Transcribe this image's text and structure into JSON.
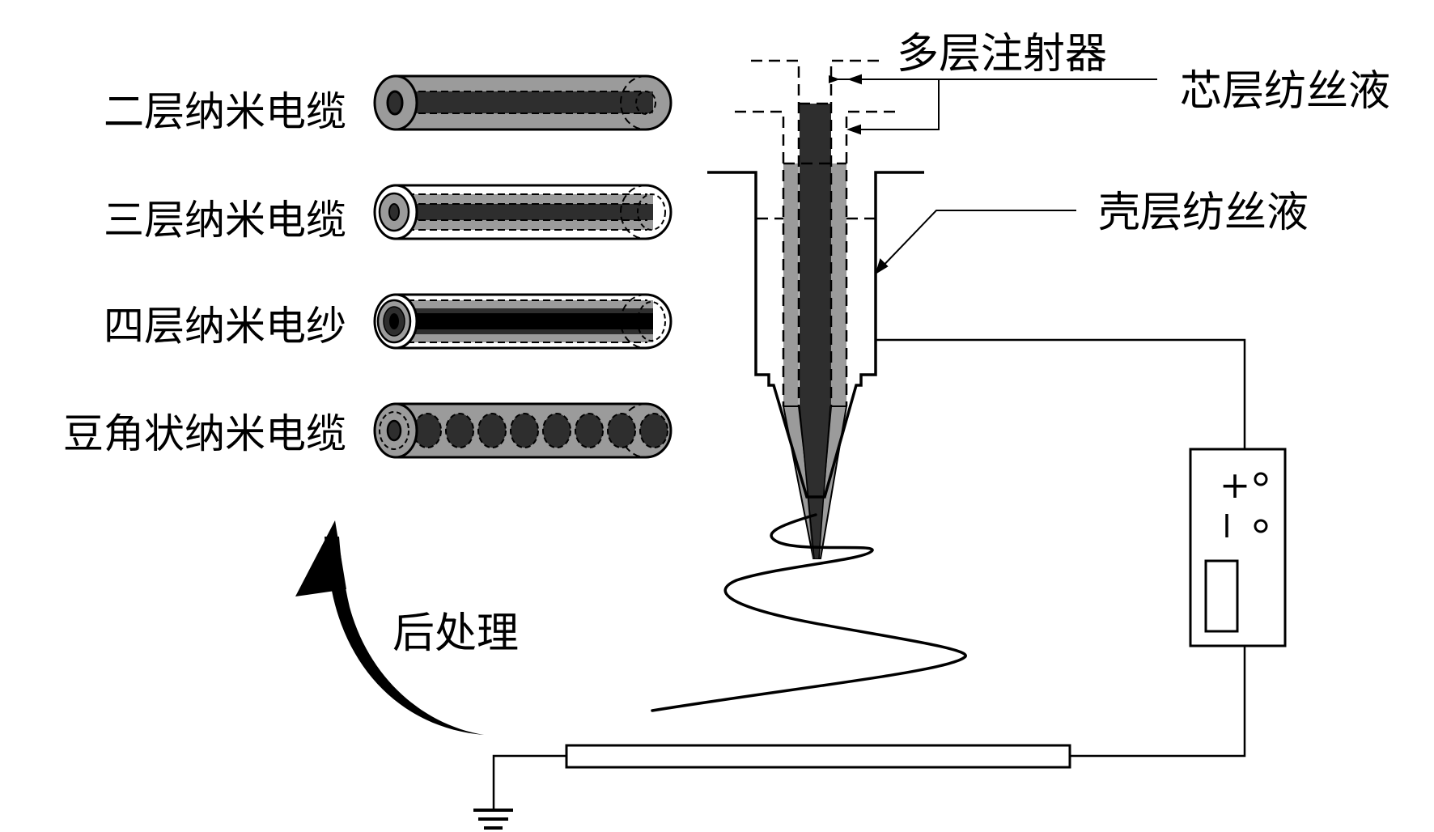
{
  "figure": {
    "title": "Multilayer coaxial electrospinning schematic",
    "colors": {
      "shell": "#9b9b9b",
      "core": "#2e2e2e",
      "innermost": "#000000",
      "white_layer": "#ffffff",
      "stroke": "#000000"
    }
  },
  "products": [
    {
      "label": "二层纳米电缆",
      "type": "two-layer"
    },
    {
      "label": "三层纳米电缆",
      "type": "three-layer"
    },
    {
      "label": "四层纳米电纱",
      "type": "four-layer"
    },
    {
      "label": "豆角状纳米电缆",
      "type": "bean-pod",
      "bead_count": 8
    }
  ],
  "callouts": {
    "syringe": "多层注射器",
    "core_solution": "芯层纺丝液",
    "shell_solution": "壳层纺丝液"
  },
  "post_process": {
    "label": "后处理"
  },
  "power_supply": {
    "plus": "+",
    "minus": "|"
  },
  "icons": {
    "ground": "ground-symbol-icon",
    "arrow": "curved-arrow-icon"
  }
}
